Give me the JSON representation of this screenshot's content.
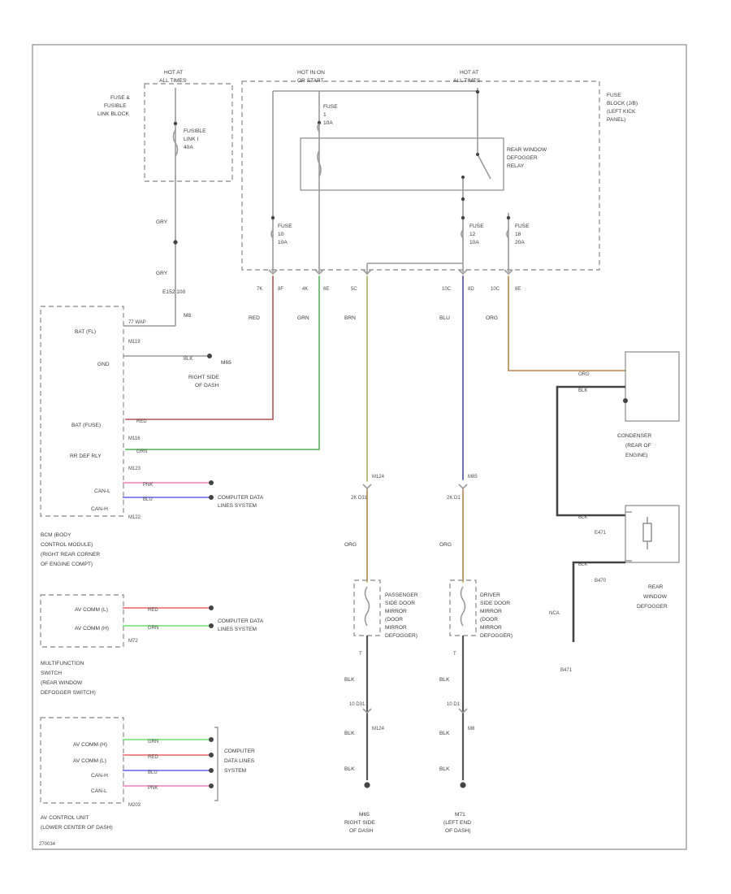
{
  "labels": {
    "hot_all_times_1": [
      "HOT AT",
      "ALL TIMES"
    ],
    "hot_in_on": [
      "HOT IN ON",
      "OR START"
    ],
    "hot_all_times_2": [
      "HOT AT",
      "ALL TIMES"
    ],
    "fuse_fusible_block": [
      "FUSE &",
      "FUSIBLE",
      "LINK BLOCK"
    ],
    "fusible_link": [
      "FUSIBLE",
      "LINK I",
      "40A"
    ],
    "fuse_1": [
      "FUSE",
      "1",
      "10A"
    ],
    "rear_window_relay": [
      "REAR WINDOW",
      "DEFOGGER",
      "RELAY"
    ],
    "fuse_block_left": [
      "FUSE",
      "BLOCK (J/B)",
      "(LEFT KICK",
      "PANEL)"
    ],
    "fuse_10": [
      "FUSE",
      "10",
      "10A"
    ],
    "fuse_12": [
      "FUSE",
      "12",
      "10A"
    ],
    "fuse_18": [
      "FUSE",
      "18",
      "20A"
    ],
    "gry_1": "GRY",
    "gry_2": "GRY",
    "e152": "E152 100",
    "pin_m8": "M8",
    "pins_top": [
      "7K",
      "8F",
      "4K",
      "6E",
      "5C",
      "10C",
      "8D",
      "10C",
      "8E"
    ],
    "wire_red": "RED",
    "wire_grn": "GRN",
    "wire_brn": "BRN",
    "wire_blu": "BLU",
    "wire_org": "ORG",
    "bat_fl": "BAT (FL)",
    "gnd": "GND",
    "bat_fuse": "BAT (FUSE)",
    "rr_def_rly": "RR DEF RLY",
    "can_l": "CAN-L",
    "can_h": "CAN-H",
    "m_wap": "77 WAP",
    "m119": "M119",
    "blk_gnd": "BLK",
    "m65": "M65",
    "right_side_dash": [
      "RIGHT SIDE",
      "OF DASH"
    ],
    "m116": "M116",
    "m123": "M123",
    "m122": "M122",
    "pin_red": "RED",
    "pin_grn": "GRN",
    "pin_pnk": "PNK",
    "pin_blu": "BLU",
    "computer_data_lines": [
      "COMPUTER DATA",
      "LINES SYSTEM"
    ],
    "bcm": [
      "BCM (BODY",
      "CONTROL MODULE)",
      "(RIGHT REAR CORNER",
      "OF ENGINE COMPT)"
    ],
    "av_comm_l": "AV COMM (L)",
    "av_comm_h": "AV COMM (H)",
    "m72": "M72",
    "multifunction": [
      "MULTIFUNCTION",
      "SWITCH",
      "(REAR WINDOW",
      "DEFOGGER SWITCH)"
    ],
    "av_comm_h2": "AV COMM (H)",
    "av_comm_l2": "AV COMM (L)",
    "can_h2": "CAN-H",
    "can_l2": "CAN-L",
    "m203": "M203",
    "computer_data_lines_3": [
      "COMPUTER",
      "DATA LINES",
      "SYSTEM"
    ],
    "av_control": [
      "AV CONTROL UNIT",
      "(LOWER CENTER OF DASH)"
    ],
    "m124": "M124",
    "d31_left": "2K  D31",
    "d31_right": "2K  D1",
    "m85": "M85",
    "pass_mirror": [
      "PASSENGER",
      "SIDE DOOR",
      "MIRROR",
      "(DOOR",
      "MIRROR",
      "DEFOGGER)"
    ],
    "drv_mirror": [
      "DRIVER",
      "SIDE DOOR",
      "MIRROR",
      "(DOOR",
      "MIRROR",
      "DEFOGGER)"
    ],
    "pin_t1": "T",
    "pin_t2": "T",
    "wire_blk": "BLK",
    "d31b_left": "10  D31",
    "d31b_right": "10  D1",
    "m124b": "M124",
    "m8b": "M8",
    "m65b": "M65",
    "right_side_dash_2": [
      "RIGHT SIDE",
      "OF DASH"
    ],
    "m71": "M71",
    "left_end_dash": [
      "(LEFT END",
      "OF DASH)"
    ],
    "condenser": [
      "CONDENSER",
      "(REAR OF",
      "ENGINE)"
    ],
    "e471": "E471",
    "b470": "B470",
    "rear_defogger": [
      "REAR",
      "WINDOW",
      "DEFOGGER"
    ],
    "nca": "NCA",
    "b471": "B471",
    "footer_code": "270034"
  },
  "colors": {
    "red": "#f08a8a",
    "green": "#8ee88e",
    "brown_yellow": "#dede9a",
    "blue": "#8a8af0",
    "orange": "#f5bd80",
    "black_wire": "#444444",
    "pink": "#f0a0c8"
  }
}
